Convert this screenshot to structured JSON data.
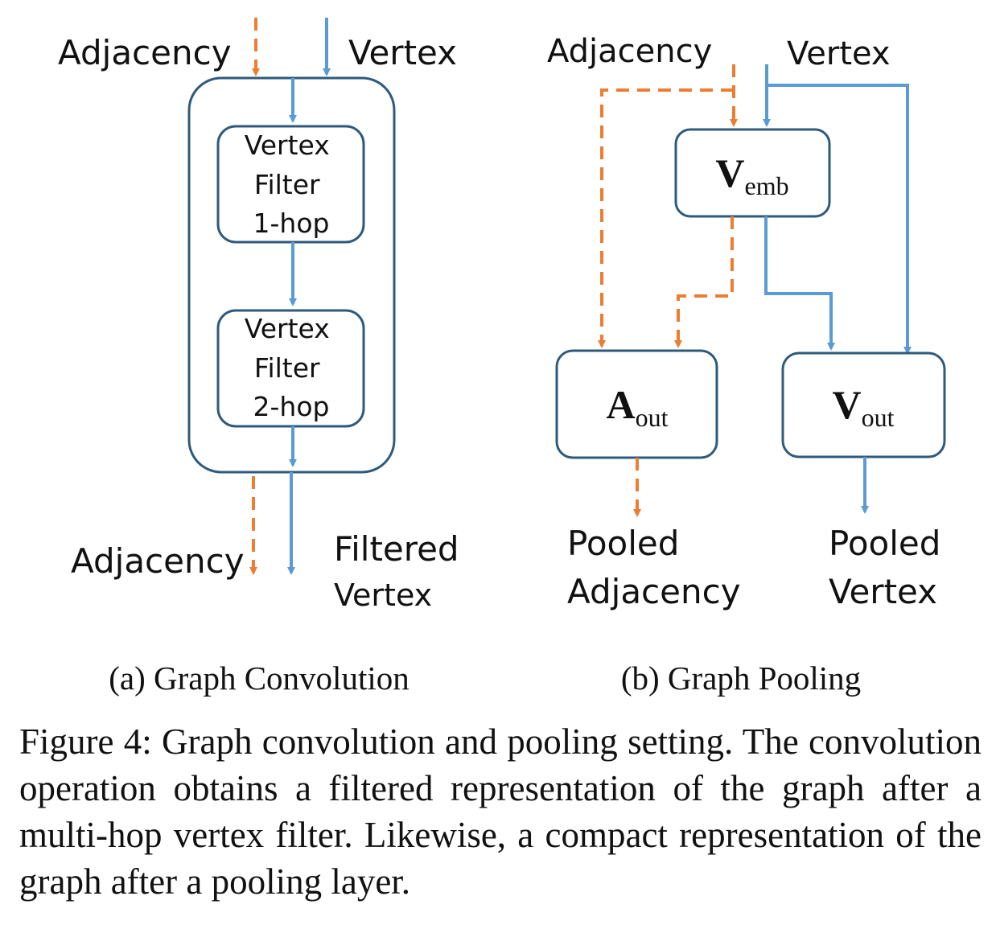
{
  "panel_a": {
    "input_adjacency": "Adjacency",
    "input_vertex": "Vertex",
    "filter1": [
      "Vertex",
      "Filter",
      "1-hop"
    ],
    "filter2": [
      "Vertex",
      "Filter",
      "2-hop"
    ],
    "output_adjacency": "Adjacency",
    "output_vertex": [
      "Filtered",
      "Vertex"
    ],
    "caption": "(a) Graph Convolution"
  },
  "panel_b": {
    "input_adjacency": "Adjacency",
    "input_vertex": "Vertex",
    "v_emb": {
      "main": "V",
      "sub": "emb"
    },
    "a_out": {
      "main": "A",
      "sub": "out"
    },
    "v_out": {
      "main": "V",
      "sub": "out"
    },
    "output_adjacency": [
      "Pooled",
      "Adjacency"
    ],
    "output_vertex": [
      "Pooled",
      "Vertex"
    ],
    "caption": "(b) Graph Pooling"
  },
  "figure_caption": "Figure 4: Graph convolution and pooling setting. The convolution operation obtains a filtered representation of the graph after a multi-hop vertex filter. Likewise, a compact representation of the graph after a pooling layer.",
  "colors": {
    "adjacency_arrow": "#ed7d31",
    "vertex_arrow": "#5b9bd5",
    "box_border": "#2e5a7e"
  }
}
